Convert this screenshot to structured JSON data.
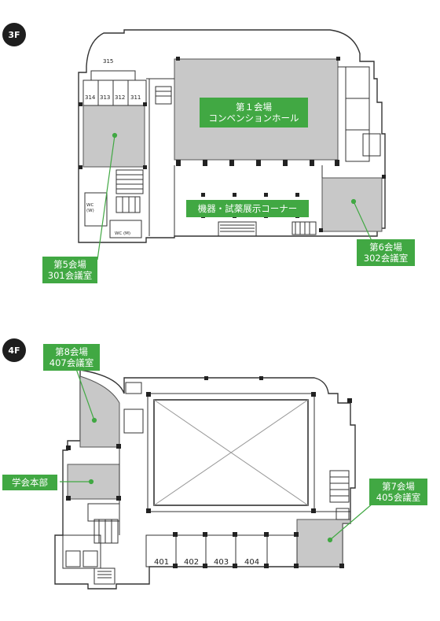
{
  "floor3": {
    "badge": "3F",
    "labels": {
      "hall1_line1": "第１会場",
      "hall1_line2": "コンベンションホール",
      "exhibit": "機器・試薬展示コーナー",
      "hall5_line1": "第5会場",
      "hall5_line2": "301会議室",
      "hall6_line1": "第6会場",
      "hall6_line2": "302会議室"
    },
    "rooms": {
      "r315": "315",
      "r314": "314",
      "r313": "313",
      "r312": "312",
      "r311": "311"
    },
    "wc": {
      "wc1_line1": "WC",
      "wc1_line2": "(W)",
      "wc2": "WC (M)"
    }
  },
  "floor4": {
    "badge": "4F",
    "labels": {
      "hall8_line1": "第8会場",
      "hall8_line2": "407会議室",
      "hq": "学会本部",
      "hall7_line1": "第7会場",
      "hall7_line2": "405会議室"
    },
    "rooms": {
      "r401": "401",
      "r402": "402",
      "r403": "403",
      "r404": "404"
    }
  },
  "colors": {
    "label_green": "#41a843",
    "room_gray": "#c8c8c8",
    "wall": "#333333",
    "badge": "#1e1e1e"
  }
}
